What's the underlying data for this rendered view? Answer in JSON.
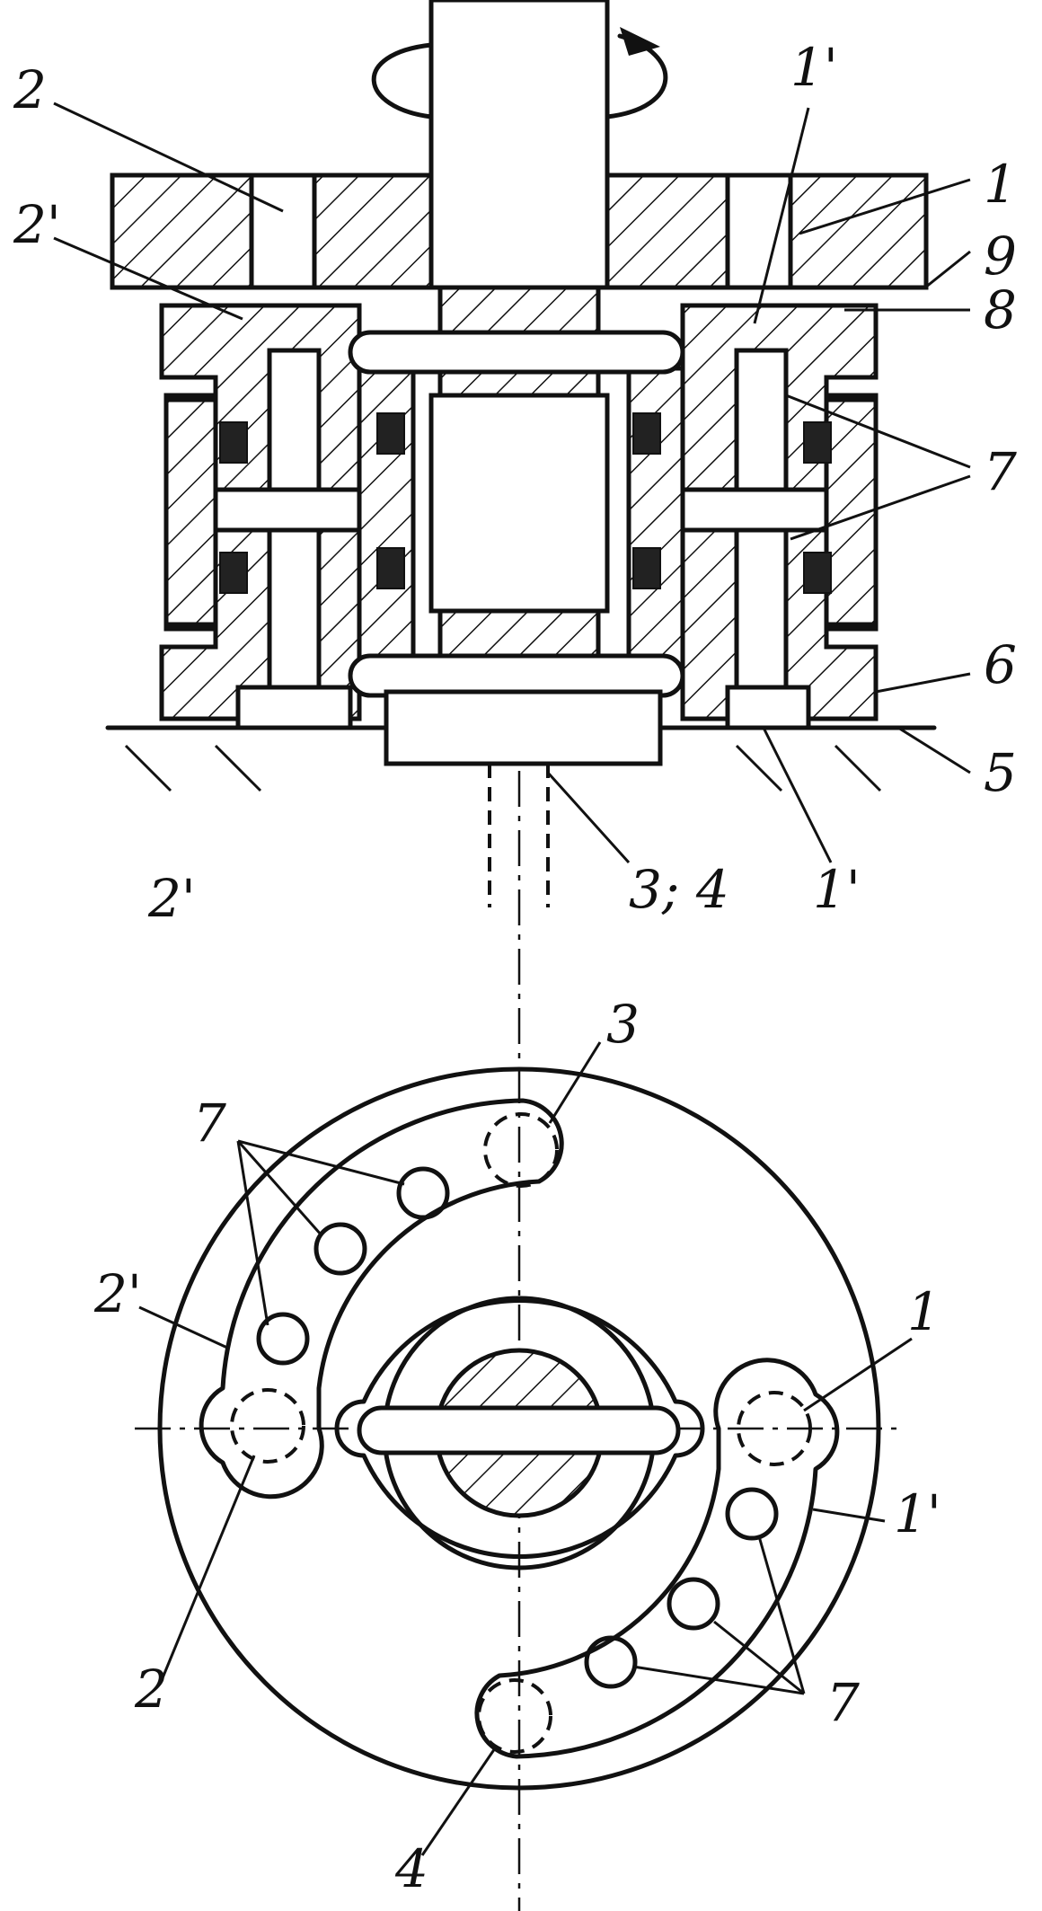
{
  "labels": {
    "top": {
      "l2": "2",
      "l2p_left": "2'",
      "l1p_top": "1'",
      "l1": "1",
      "l9": "9",
      "l8": "8",
      "l7": "7",
      "l6": "6",
      "l5": "5",
      "l2p_bottom": "2'",
      "l34": "3; 4",
      "l1p_bottom": "1'"
    },
    "bottom": {
      "l3": "3",
      "l7_left": "7",
      "l2p": "2'",
      "l1": "1",
      "l1p": "1'",
      "l2": "2",
      "l7_right": "7",
      "l4": "4"
    }
  },
  "colors": {
    "line": "#111111",
    "background": "#ffffff"
  }
}
